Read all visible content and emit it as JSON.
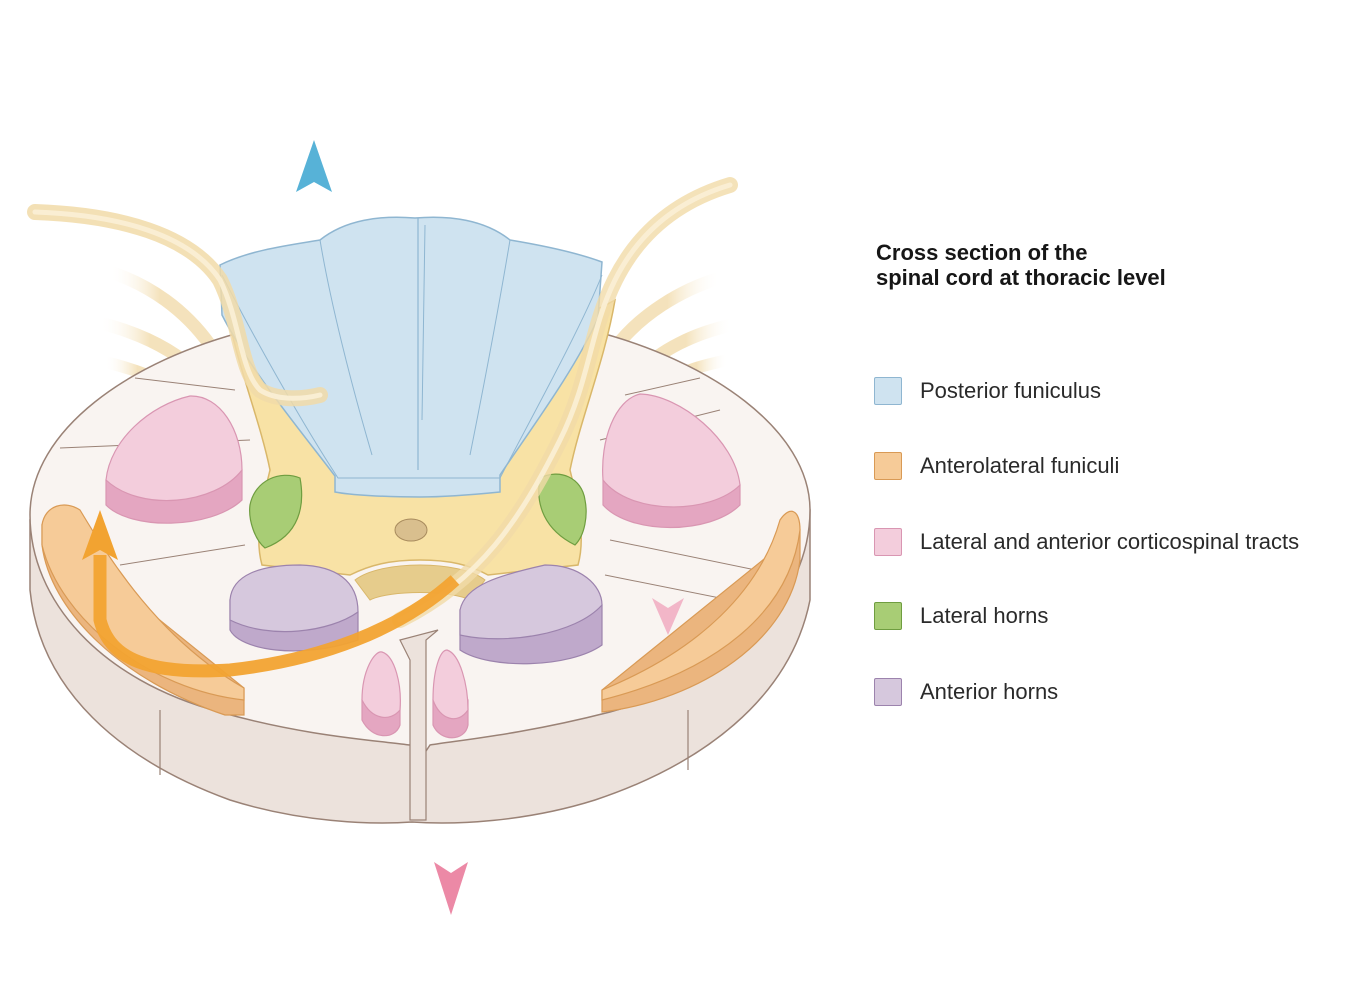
{
  "legend": {
    "title_line1": "Cross section of the",
    "title_line2": "spinal cord at thoracic level",
    "items": [
      {
        "label": "Posterior funiculus",
        "fill": "#cfe3f0",
        "stroke": "#8fb6d1"
      },
      {
        "label": "Anterolateral funiculi",
        "fill": "#f6cb98",
        "stroke": "#d99a55"
      },
      {
        "label": "Lateral and anterior corticospinal tracts",
        "fill": "#f3cddc",
        "stroke": "#d996b2"
      },
      {
        "label": "Lateral horns",
        "fill": "#a8cd75",
        "stroke": "#6f9d40"
      },
      {
        "label": "Anterior horns",
        "fill": "#d6c8dd",
        "stroke": "#9c83ad"
      }
    ]
  },
  "colors": {
    "white_matter": "#f9f4f1",
    "cord_side": "#ece2dc",
    "outline": "#9a8276",
    "gray_matter": "#f8e2a5",
    "gray_matter_outline": "#d9b76a",
    "posterior_arrow": "#57b2d7",
    "descending_arrow": "#ec89a6",
    "ascending_arrow": "#f2a331",
    "nerve_root": "#f3dfb4"
  },
  "icons": {
    "posterior_arrow": "arrow-up-icon",
    "descending_arrow": "arrow-down-icon",
    "anterolateral_arrow": "curved-arrow-up-icon"
  }
}
